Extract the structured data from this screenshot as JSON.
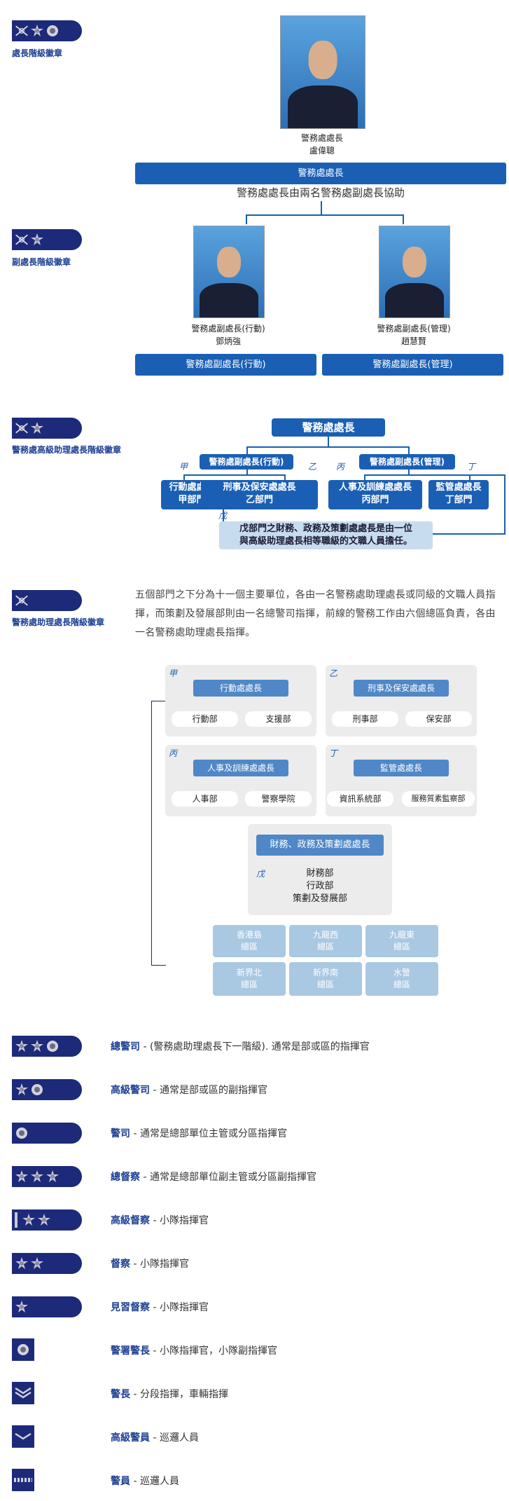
{
  "badge_labels": {
    "commissioner": "處長階級徽章",
    "deputy": "副處長階級徽章",
    "senior_assistant": "警務處高級助理處長階級徽章",
    "assistant": "警務處助理處長階級徽章"
  },
  "commissioner": {
    "title": "警務處處長",
    "name": "盧偉聰",
    "bar": "警務處處長"
  },
  "assist_note": "警務處處長由兩名警務處副處長協助",
  "deputy_ops": {
    "title": "警務處副處長(行動)",
    "name": "鄧炳強",
    "bar": "警務處副處長(行動)"
  },
  "deputy_mgmt": {
    "title": "警務處副處長(管理)",
    "name": "趙慧賢",
    "bar": "警務處副處長(管理)"
  },
  "org": {
    "top": "警務處處長",
    "ops": "警務處副處長(行動)",
    "mgmt": "警務處副處長(管理)",
    "letters": [
      "甲",
      "乙",
      "丙",
      "丁",
      "戊"
    ],
    "a": "行動處處長\n甲部門",
    "b": "刑事及保安處處長\n乙部門",
    "c": "人事及訓練處處長\n丙部門",
    "d": "監管處處長\n丁部門",
    "e": "戊部門之財務、政務及策劃處處長是由一位\n與高級助理處長相等職級的文職人員擔任。"
  },
  "intro": "五個部門之下分為十一個主要單位，各由一名警務處助理處長或同級的文職人員指揮，而策劃及發展部則由一名總警司指揮，前線的警務工作由六個總區負責，各由一名警務處助理處長指揮。",
  "units": {
    "a": {
      "letter": "甲",
      "head": "行動處處長",
      "items": [
        "行動部",
        "支援部"
      ]
    },
    "b": {
      "letter": "乙",
      "head": "刑事及保安處處長",
      "items": [
        "刑事部",
        "保安部"
      ]
    },
    "c": {
      "letter": "丙",
      "head": "人事及訓練處處長",
      "items": [
        "人事部",
        "警察學院"
      ]
    },
    "d": {
      "letter": "丁",
      "head": "監管處處長",
      "items": [
        "資訊系統部",
        "服務質素監察部"
      ]
    },
    "e": {
      "letter": "戊",
      "head": "財務、政務及策劃處處長",
      "items": "財務部\n行政部\n策劃及發展部"
    }
  },
  "regions": [
    "香港島\n總區",
    "九龍西\n總區",
    "九龍東\n總區",
    "新界北\n總區",
    "新界南\n總區",
    "水警\n總區"
  ],
  "ranks": [
    {
      "name": "總警司",
      "desc": " - (警務處助理處長下一階級). 通常是部或區的指揮官"
    },
    {
      "name": "高級警司",
      "desc": " - 通常是部或區的副指揮官"
    },
    {
      "name": "警司",
      "desc": " - 通常是總部單位主管或分區指揮官"
    },
    {
      "name": "總督察",
      "desc": " - 通常是總部單位副主管或分區副指揮官"
    },
    {
      "name": "高級督察",
      "desc": " - 小隊指揮官"
    },
    {
      "name": "督察",
      "desc": " - 小隊指揮官"
    },
    {
      "name": "見習督察",
      "desc": " - 小隊指揮官"
    },
    {
      "name": "警署警長",
      "desc": " - 小隊指揮官，小隊副指揮官"
    },
    {
      "name": "警長",
      "desc": " - 分段指揮，車輛指揮"
    },
    {
      "name": "高級警員",
      "desc": " - 巡邏人員"
    },
    {
      "name": "警員",
      "desc": " - 巡邏人員"
    }
  ],
  "colors": {
    "navy": "#1d2a7a",
    "blue": "#1a5fb4",
    "light_blue": "#a9c8e2"
  }
}
